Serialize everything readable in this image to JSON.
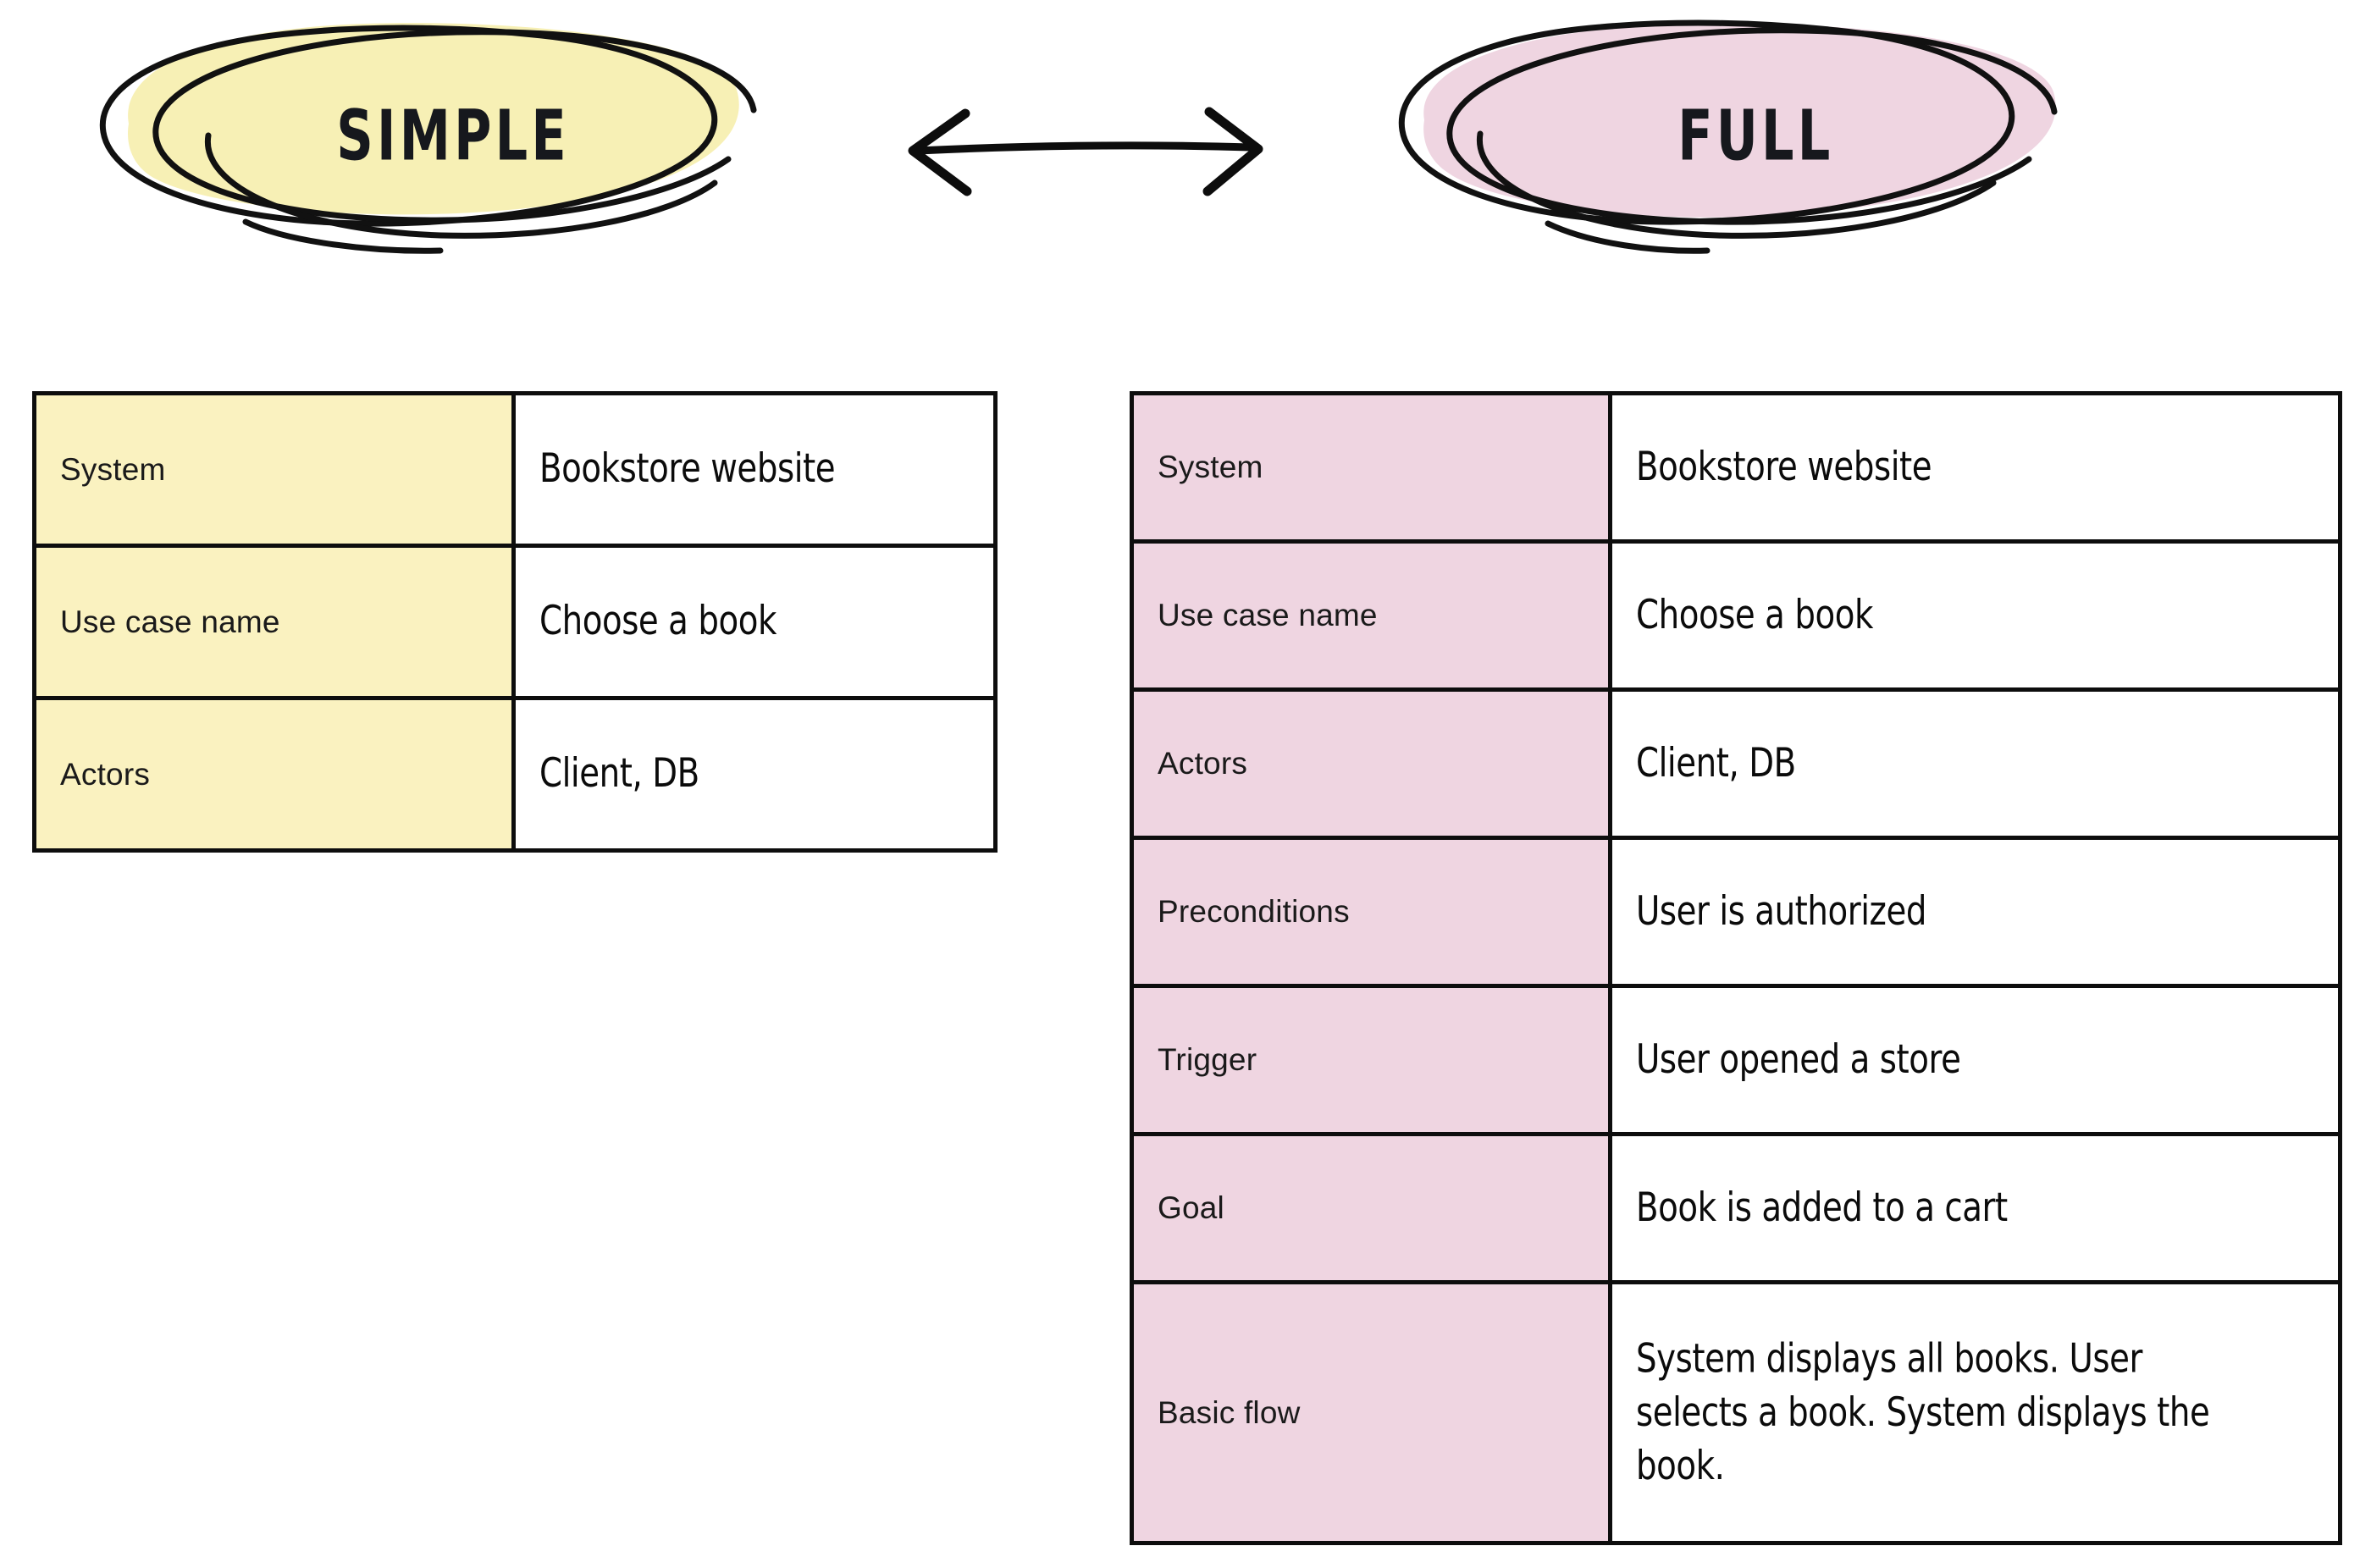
{
  "badges": [
    {
      "id": "simple",
      "label": "SIMPLE",
      "highlight_color": "#F7F0B5",
      "stroke_color": "#111111"
    },
    {
      "id": "full",
      "label": "FULL",
      "highlight_color": "#EFD5E1",
      "stroke_color": "#111111"
    }
  ],
  "connector": {
    "name": "double-headed-arrow",
    "direction": "bidirectional",
    "color": "#0d0d0d"
  },
  "tables": {
    "simple": {
      "accent_color": "#FAF2C0",
      "border_color": "#0d0d0d",
      "rows": [
        {
          "label": "System",
          "value": "Bookstore website"
        },
        {
          "label": "Use case name",
          "value": "Choose a book"
        },
        {
          "label": "Actors",
          "value": "Client, DB"
        }
      ]
    },
    "full": {
      "accent_color": "#EFD5E1",
      "border_color": "#0d0d0d",
      "rows": [
        {
          "label": "System",
          "value": "Bookstore website"
        },
        {
          "label": "Use case name",
          "value": "Choose a book"
        },
        {
          "label": "Actors",
          "value": "Client, DB"
        },
        {
          "label": "Preconditions",
          "value": "User is authorized"
        },
        {
          "label": "Trigger",
          "value": "User opened a store"
        },
        {
          "label": "Goal",
          "value": "Book is added to a cart"
        },
        {
          "label": "Basic flow",
          "value": "System displays all books. User selects a book. System displays the book."
        }
      ]
    }
  }
}
